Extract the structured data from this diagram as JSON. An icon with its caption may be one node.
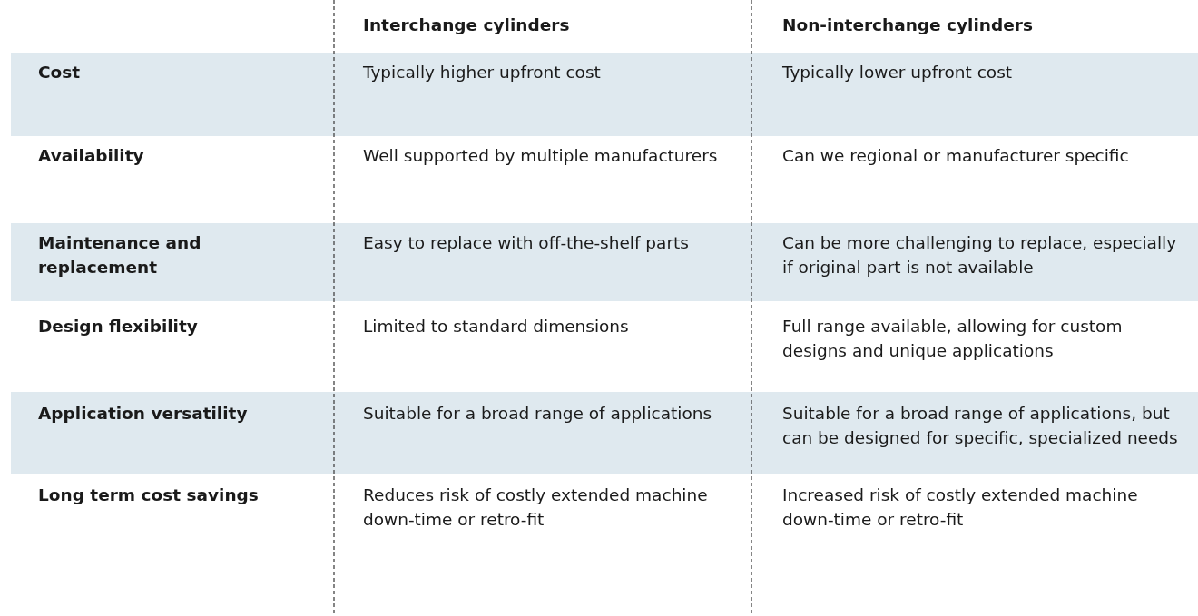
{
  "diagram": {
    "labels": [
      "Interchange cylinders",
      "Non-interchange cylinders",
      "Cost",
      "Typically higher upfront cost",
      "Typically lower upfront cost",
      "Availability",
      "Well supported by multiple manufacturers",
      "Can we regional or manufacturer specific",
      "Maintenance and replacement",
      "Easy to replace with off-the-shelf parts",
      "Can be more challenging to replace, especially if original part is not available",
      "Design flexibility",
      "Limited to standard dimensions",
      "Full range available, allowing for custom designs and unique applications",
      "Application versatility",
      "Suitable for a broad range of applications",
      "Suitable for a broad range of applications, but can be designed for specific, specialized needs",
      "Long term cost savings",
      "Reduces risk of costly extended machine down-time or retro-fit",
      "Increased risk of costly extended machine down-time or retro-fit"
    ]
  }
}
